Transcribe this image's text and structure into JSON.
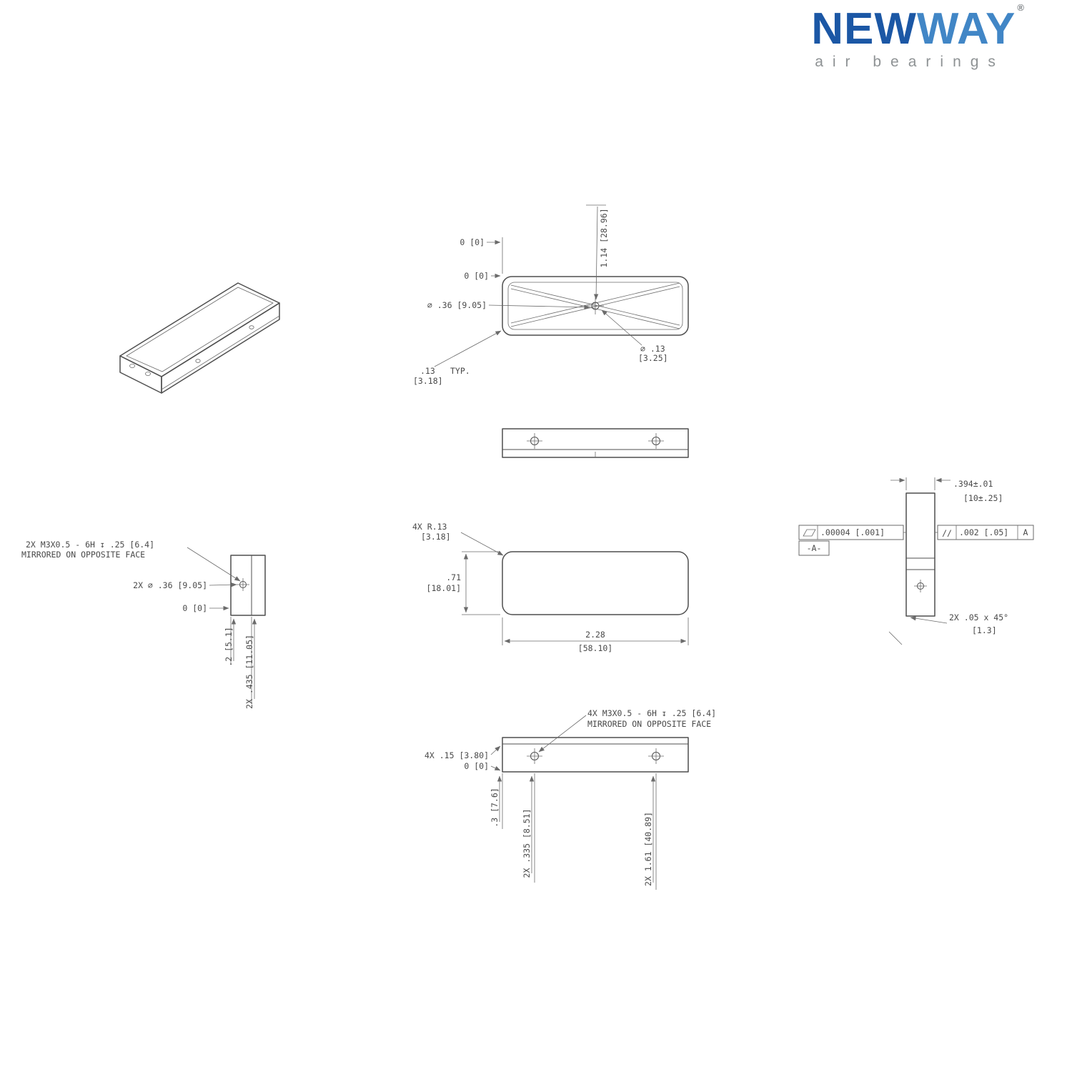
{
  "logo": {
    "word_primary": "NEW",
    "word_secondary": "WAY",
    "registered": "®",
    "tagline": "air bearings",
    "color_primary": "#1b57a5",
    "color_secondary": "#4186c6",
    "color_tagline": "#8e9294"
  },
  "drawing": {
    "line_color": "#4f4f4f",
    "dim_color": "#6b6b6b",
    "top_view": {
      "zero_x": "0 [0]",
      "zero_y": "0 [0]",
      "hole_position": "1.14 [28.96]",
      "inlet_dia": "∅ .36 [9.05]",
      "orifice_dia_in": "∅ .13",
      "orifice_dia_mm": "[3.25]",
      "groove_in": ".13",
      "groove_typ": "TYP.",
      "groove_mm": "[3.18]"
    },
    "front_view": {
      "corner_radius_l1": "4X R.13",
      "corner_radius_l2": "[3.18]",
      "width_in": ".71",
      "width_mm": "[18.01]",
      "length_in": "2.28",
      "length_mm": "[58.10]"
    },
    "end_view": {
      "thickness_in": ".394±.01",
      "thickness_mm": "[10±.25]",
      "flatness": ".00004 [.001]",
      "datum": "-A-",
      "parallelism_sym": "//",
      "parallelism": ".002 [.05]",
      "parallelism_datum": "A",
      "chamfer_l1": "2X .05 x 45°",
      "chamfer_l2": "[1.3]"
    },
    "side_detail_view": {
      "thread_callout_l1": "2X M3X0.5 - 6H ↧ .25 [6.4]",
      "thread_callout_l2": "MIRRORED ON OPPOSITE FACE",
      "counterbore": "2X ∅ .36 [9.05]",
      "zero": "0 [0]",
      "dim_v1": ".2 [5.1]",
      "dim_v2": "2X .435 [11.05]"
    },
    "bottom_view": {
      "thread_callout_l1": "4X M3X0.5 - 6H ↧ .25 [6.4]",
      "thread_callout_l2": "MIRRORED ON OPPOSITE FACE",
      "depth": "4X .15 [3.80]",
      "zero": "0 [0]",
      "dim_v1": ".3 [7.6]",
      "dim_v2": "2X .335 [8.51]",
      "dim_v3": "2X 1.61 [40.89]"
    }
  }
}
